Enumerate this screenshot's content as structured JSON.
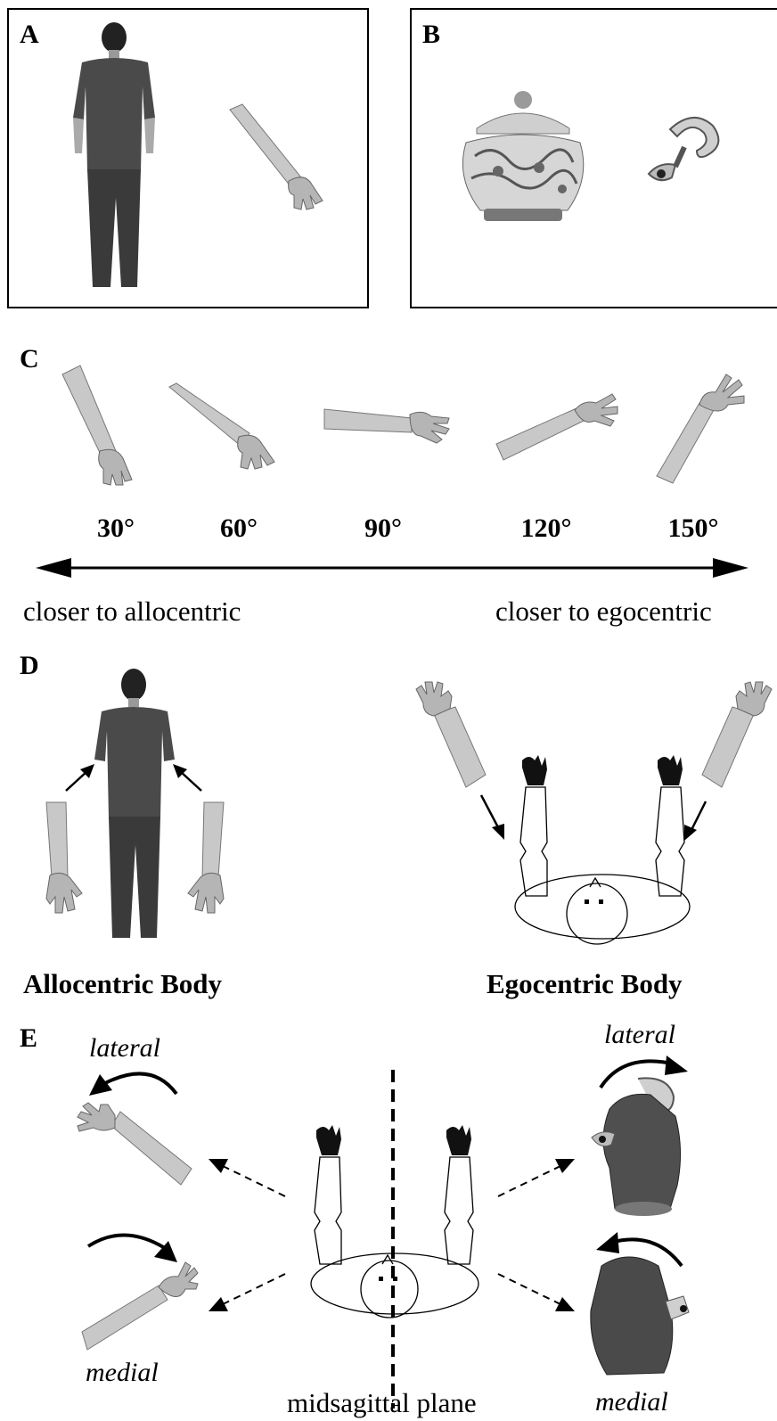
{
  "panels": {
    "a": {
      "label": "A"
    },
    "b": {
      "label": "B"
    },
    "c": {
      "label": "C",
      "angles": [
        "30°",
        "60°",
        "90°",
        "120°",
        "150°"
      ],
      "left_caption": "closer to allocentric",
      "right_caption": "closer to egocentric"
    },
    "d": {
      "label": "D",
      "allocentric_label": "Allocentric Body",
      "egocentric_label": "Egocentric Body"
    },
    "e": {
      "label": "E",
      "left_top": "lateral",
      "left_bottom": "medial",
      "right_top": "lateral",
      "right_bottom": "medial",
      "center_caption": "midsagittal plane"
    }
  },
  "colors": {
    "ink": "#000000",
    "skin_light": "#d9d9d9",
    "skin_mid": "#a8a8a8",
    "shirt": "#4a4a4a",
    "hand_dark": "#333333"
  }
}
